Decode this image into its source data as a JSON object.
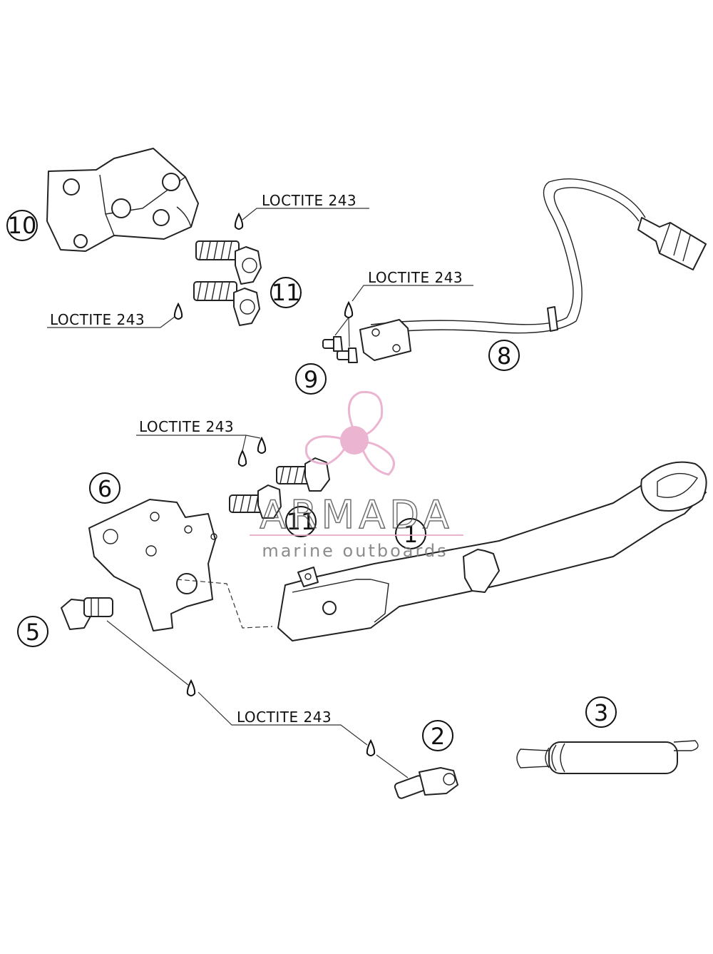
{
  "diagram": {
    "callouts": {
      "c1": "1",
      "c2": "2",
      "c3": "3",
      "c5": "5",
      "c6": "6",
      "c8": "8",
      "c9": "9",
      "c10": "10",
      "c11_top": "11",
      "c11_mid": "11"
    },
    "loctite_labels": {
      "l1": "LOCTITE 243",
      "l2": "LOCTITE 243",
      "l3": "LOCTITE 243",
      "l4": "LOCTITE 243",
      "l5": "LOCTITE 243"
    }
  },
  "watermark": {
    "brand": "ARMADA",
    "tagline": "marine outboards",
    "color": "#e8a8c8"
  }
}
